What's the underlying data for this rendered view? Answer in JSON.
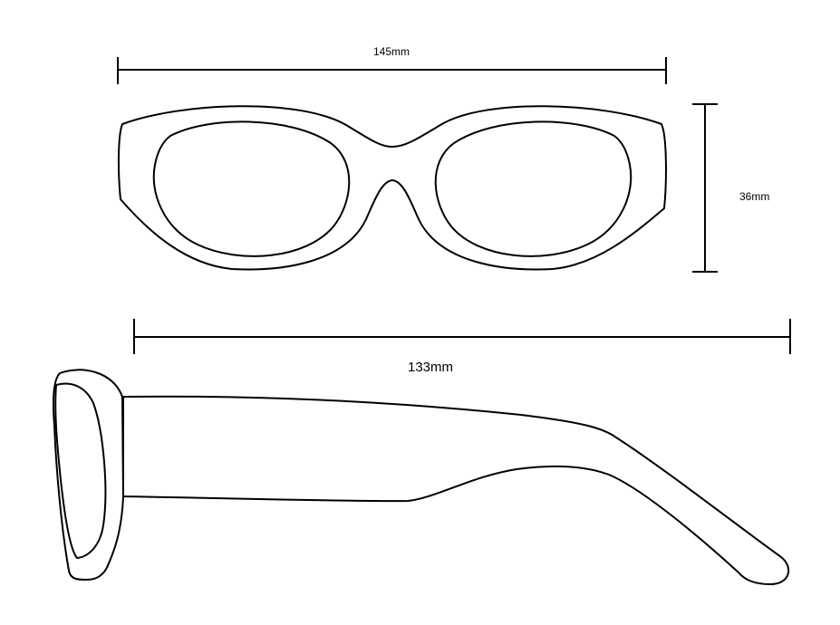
{
  "dimensions": {
    "width_label": "145mm",
    "height_label": "36mm",
    "temple_length_label": "133mm"
  },
  "colors": {
    "stroke": "#000000",
    "background": "#ffffff"
  }
}
